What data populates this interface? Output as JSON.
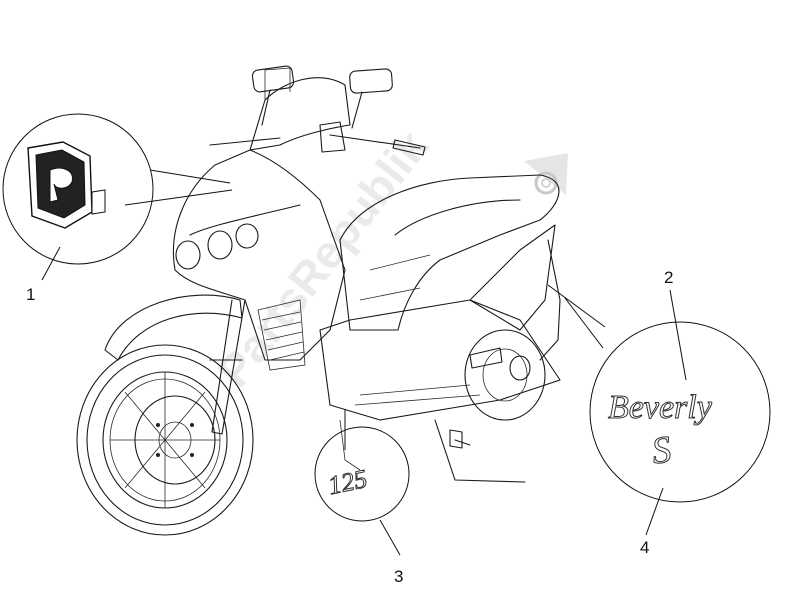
{
  "callouts": [
    {
      "id": "1",
      "label": "1"
    },
    {
      "id": "2",
      "label": "2"
    },
    {
      "id": "3",
      "label": "3"
    },
    {
      "id": "4",
      "label": "4"
    }
  ],
  "decals": {
    "model_name": "Beverly",
    "model_letter": "S",
    "displacement": "125"
  },
  "watermark": {
    "text": "PartsRepublik",
    "icon": "gear-icon"
  }
}
